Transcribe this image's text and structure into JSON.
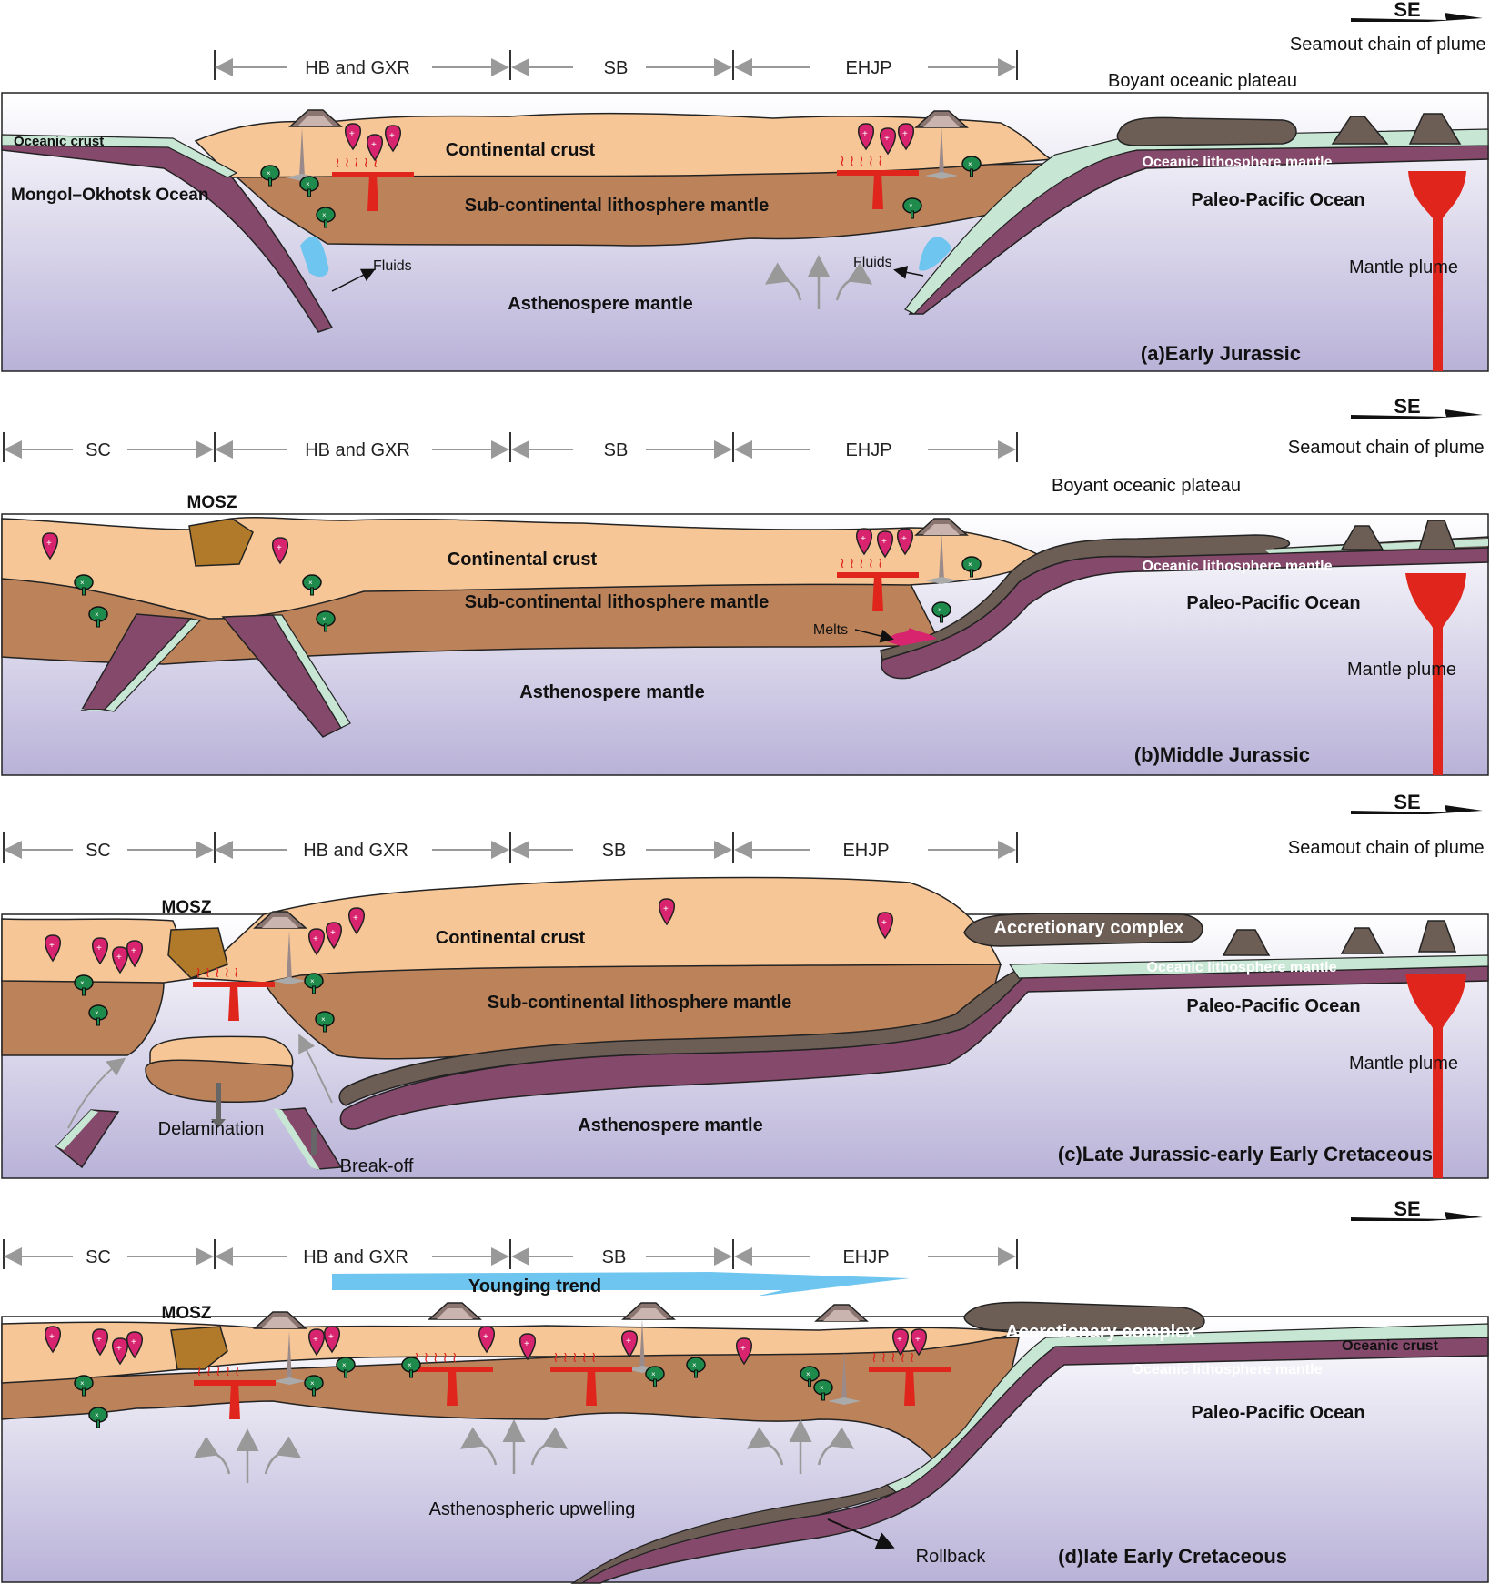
{
  "direction": "SE",
  "panels": [
    {
      "id": "a",
      "caption": "(a)Early Jurassic",
      "regions": [
        "HB and GXR",
        "SB",
        "EHJP"
      ],
      "labels": {
        "oceanic_crust": "Oceanic crust",
        "ocean_left": "Mongol–Okhotsk Ocean",
        "continental_crust": "Continental crust",
        "sclm": "Sub-continental lithosphere mantle",
        "asthenosphere": "Asthenospere mantle",
        "fluids_left": "Fluids",
        "fluids_right": "Fluids",
        "plateau": "Boyant oceanic plateau",
        "seamount": "Seamout chain of plume origin",
        "olm": "Oceanic lithosphere mantle",
        "pacific": "Paleo-Pacific Ocean",
        "plume": "Mantle plume"
      }
    },
    {
      "id": "b",
      "caption": "(b)Middle Jurassic",
      "regions": [
        "SC",
        "HB and GXR",
        "SB",
        "EHJP"
      ],
      "labels": {
        "mosz": "MOSZ",
        "continental_crust": "Continental crust",
        "sclm": "Sub-continental lithosphere mantle",
        "asthenosphere": "Asthenospere mantle",
        "melts": "Melts",
        "plateau": "Boyant oceanic plateau",
        "seamount": "Seamout chain of plume origin",
        "olm": "Oceanic lithosphere mantle",
        "pacific": "Paleo-Pacific Ocean",
        "plume": "Mantle plume"
      }
    },
    {
      "id": "c",
      "caption": "(c)Late Jurassic-early Early Cretaceous",
      "regions": [
        "SC",
        "HB and GXR",
        "SB",
        "EHJP"
      ],
      "labels": {
        "mosz": "MOSZ",
        "continental_crust": "Continental crust",
        "sclm": "Sub-continental lithosphere mantle",
        "asthenosphere": "Asthenospere mantle",
        "delamination": "Delamination",
        "breakoff": "Break-off",
        "accretionary": "Accretionary complex",
        "seamount": "Seamout chain of plume origin",
        "olm": "Oceanic lithosphere mantle",
        "pacific": "Paleo-Pacific Ocean",
        "plume": "Mantle plume"
      }
    },
    {
      "id": "d",
      "caption": "(d)late Early Cretaceous",
      "regions": [
        "SC",
        "HB and GXR",
        "SB",
        "EHJP"
      ],
      "labels": {
        "mosz": "MOSZ",
        "younging": "Younging trend",
        "accretionary": "Accretionary complex",
        "oceanic_crust": "Oceanic crust",
        "olm": "Oceanic lithosphere mantle",
        "pacific": "Paleo-Pacific Ocean",
        "upwelling": "Asthenospheric upwelling",
        "rollback": "Rollback"
      }
    }
  ],
  "colors": {
    "crust": "#f6c697",
    "sclm": "#bc8259",
    "astheno_top": "#ffffff",
    "astheno_bottom": "#b9b2d8",
    "oceanic_crust": "#c7e6d4",
    "oceanic_mantle": "#84496b",
    "plateau": "#6c5d55",
    "plume": "#e0251c",
    "granite": "#d8246e",
    "mafic": "#1e8a4b",
    "mosz": "#b07a2a",
    "fluids": "#6ec5ef",
    "younging": "#6ec5ef"
  }
}
